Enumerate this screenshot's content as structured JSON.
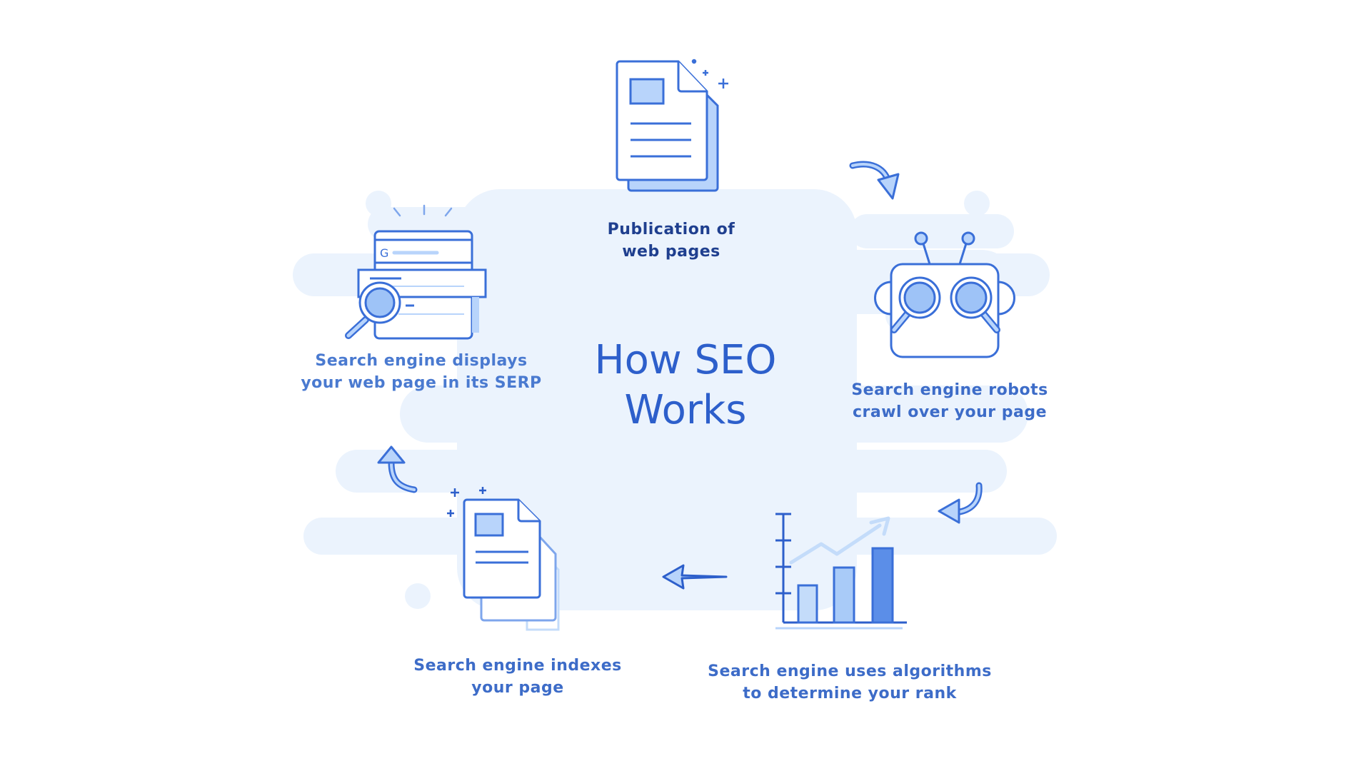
{
  "title": {
    "line1": "How SEO",
    "line2": "Works"
  },
  "steps": [
    {
      "id": "publish",
      "line1": "Publication of",
      "line2": "web pages",
      "icon": "document-icon"
    },
    {
      "id": "crawl",
      "line1": "Search engine robots",
      "line2": "crawl over your page",
      "icon": "robot-icon"
    },
    {
      "id": "rank",
      "line1": "Search engine uses algorithms",
      "line2": "to determine your rank",
      "icon": "bar-chart-icon"
    },
    {
      "id": "index",
      "line1": "Search engine indexes",
      "line2": "your page",
      "icon": "document-stack-icon"
    },
    {
      "id": "serp",
      "line1": "Search engine displays",
      "line2": "your web page in its SERP",
      "icon": "serp-magnifier-icon"
    }
  ],
  "serp_logo_letter": "G",
  "colors": {
    "primary": "#2d5fcb",
    "stroke": "#3a6fd8",
    "fill_light": "#b8d4fb",
    "fill_mid": "#5b8ee8",
    "label_dark": "#1f3f8f",
    "label": "#3d6cc8",
    "cloud": "#eaf2fd"
  }
}
